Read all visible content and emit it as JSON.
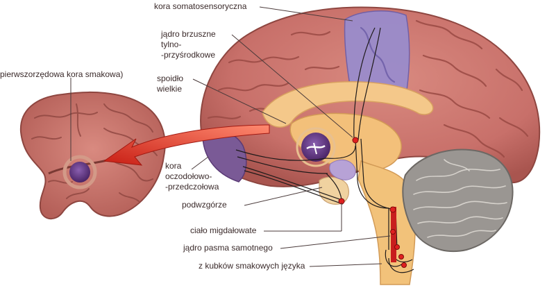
{
  "labels": {
    "somatosensory_cortex": "kora somatosensoryczna",
    "vpm_nucleus": "jądro brzuszne\ntylno-\n-przyśrodkowe",
    "corpus_callosum": "spoidło\nwielkie",
    "orbitofrontal_cortex": "kora\noczodołowo-\n-przedczołowa",
    "hypothalamus": "podwzgórze",
    "amygdala": "ciało migdałowate",
    "solitary_nucleus": "jądro pasma samotnego",
    "taste_buds": "z kubków smakowych języka",
    "primary_gustatory_cortex": "(pierwszorzędowa kora smakowa)"
  },
  "colors": {
    "cortex": "#c8706a",
    "cortex_dark": "#9a4a44",
    "somatosensory": "#9a8ccc",
    "orbitofrontal": "#7a5a96",
    "brainstem": "#f2c27a",
    "cerebellum": "#9a9692",
    "arrow": "#d8281c",
    "pathway": "#c81e1e"
  }
}
